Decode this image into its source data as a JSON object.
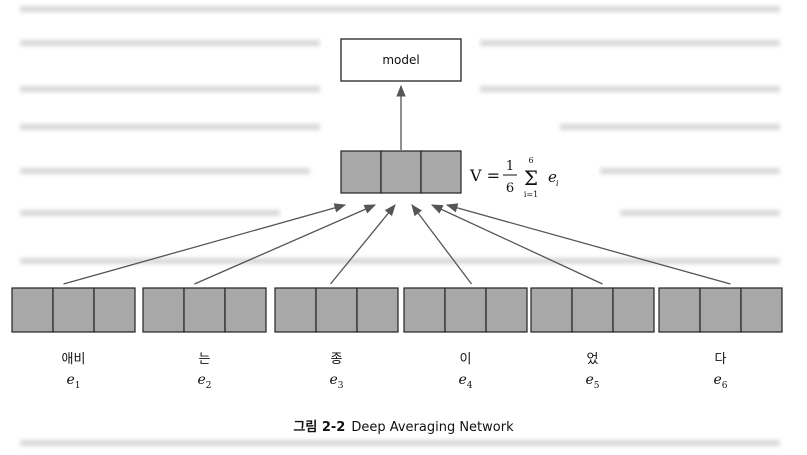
{
  "model_box": {
    "label": "model"
  },
  "formula": {
    "lhs": "V =",
    "numerator": "1",
    "denominator": "6",
    "sum_upper": "6",
    "sum_lower": "i=1",
    "term": "e",
    "term_sub": "i"
  },
  "tokens": [
    {
      "word": "애비",
      "emb": "e",
      "sub": "1"
    },
    {
      "word": "는",
      "emb": "e",
      "sub": "2"
    },
    {
      "word": "종",
      "emb": "e",
      "sub": "3"
    },
    {
      "word": "이",
      "emb": "e",
      "sub": "4"
    },
    {
      "word": "었",
      "emb": "e",
      "sub": "5"
    },
    {
      "word": "다",
      "emb": "e",
      "sub": "6"
    }
  ],
  "caption": {
    "figure_label": "그림 2-2",
    "title": "Deep Averaging Network"
  },
  "colors": {
    "cell_fill": "#a8a8a8",
    "cell_stroke": "#222222",
    "arrow": "#555555"
  }
}
